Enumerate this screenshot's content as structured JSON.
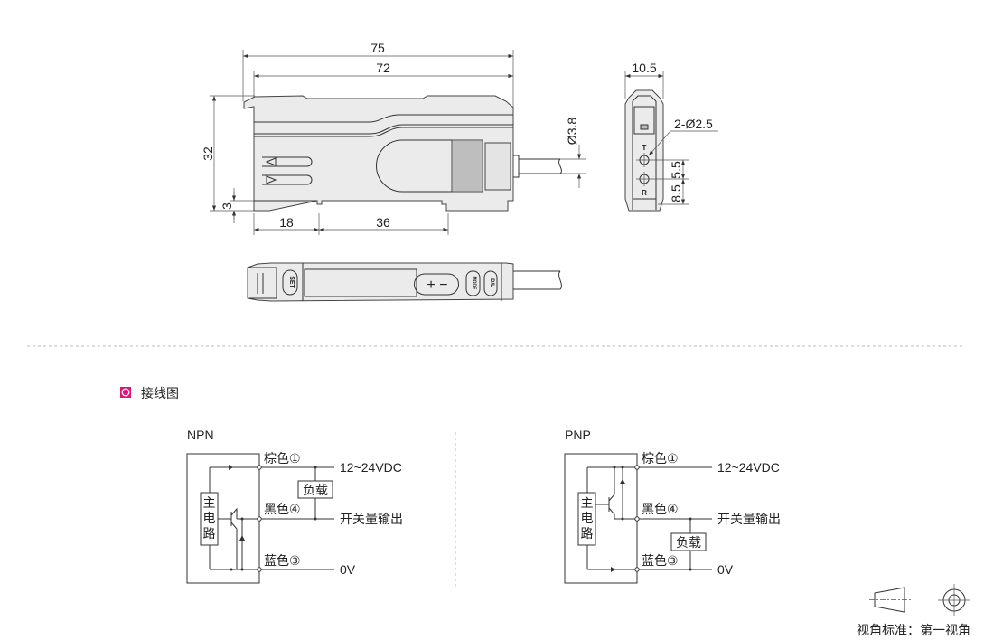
{
  "dimensions": {
    "overall_length": "75",
    "body_length": "72",
    "height": "32",
    "foot_height": "3",
    "left_offset": "18",
    "rail_span": "36",
    "cable_diameter": "Ø3.8",
    "width": "10.5",
    "hole_spec": "2-Ø2.5",
    "hole_pitch": "5.5",
    "hole_bottom": "8.5",
    "hole_top_label": "T",
    "hole_bottom_label": "R"
  },
  "top_view": {
    "set_button": "SET",
    "plus_minus": "+ −",
    "mode_button": "MODE",
    "dl_button": "D/L"
  },
  "colors": {
    "accent": "#e0157a",
    "line": "#333333",
    "body_fill": "#ebebeb"
  },
  "section": {
    "icon": "circle-in-square-icon",
    "title": "接线图"
  },
  "npn": {
    "title": "NPN",
    "main_circuit": [
      "主",
      "电",
      "路"
    ],
    "wire_brown": "棕色①",
    "wire_black": "黑色④",
    "wire_blue": "蓝色③",
    "supply": "12~24VDC",
    "output": "开关量输出",
    "ground": "0V",
    "load": "负载"
  },
  "pnp": {
    "title": "PNP",
    "main_circuit": [
      "主",
      "电",
      "路"
    ],
    "wire_brown": "棕色①",
    "wire_black": "黑色④",
    "wire_blue": "蓝色③",
    "supply": "12~24VDC",
    "output": "开关量输出",
    "ground": "0V",
    "load": "负载"
  },
  "projection": {
    "label": "视角标准：第一视角"
  }
}
